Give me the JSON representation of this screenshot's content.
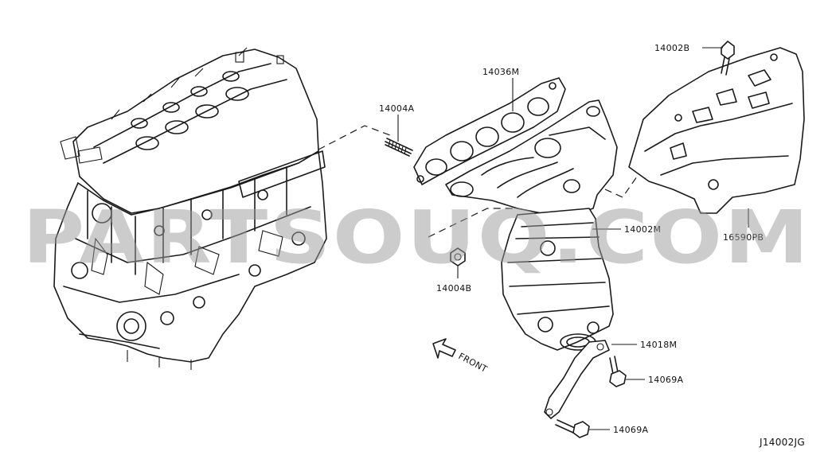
{
  "watermark": "PARTSOUQ.COM",
  "diagram_code": "J14002JG",
  "front_label": "FRONT",
  "callouts": {
    "p14002B": "14002B",
    "p14036M": "14036M",
    "p14004A": "14004A",
    "p14002M": "14002M",
    "p16590PB": "16590PB",
    "p14004B": "14004B",
    "p14018M": "14018M",
    "p14069A_1": "14069A",
    "p14069A_2": "14069A"
  },
  "colors": {
    "ink": "#1a1a1a",
    "watermark": "#9a9a9a",
    "background": "#ffffff"
  }
}
